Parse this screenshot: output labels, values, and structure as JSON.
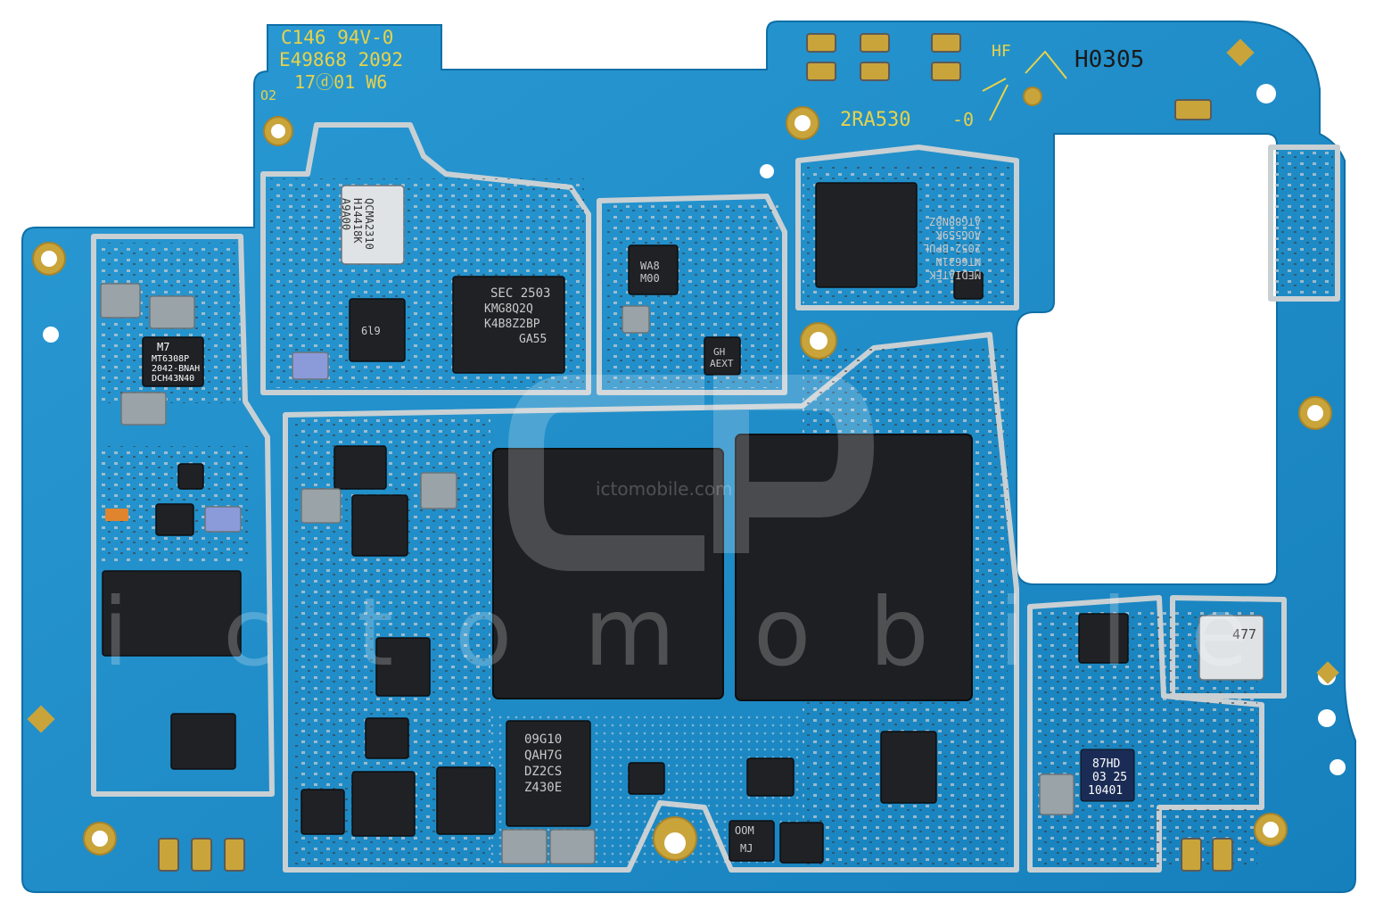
{
  "colors": {
    "pcb": "#1e8fc8",
    "pcb_dark": "#0f6fa6",
    "shield": "#b9c3c8",
    "chip": "#1d1f22",
    "pad": "#c9a43a",
    "silk": "#e8d24a",
    "background": "#ffffff"
  },
  "silkscreen": {
    "line1": "C146 94V-0",
    "line2": "E49868 2092",
    "line3": "17ⓓ01 W6",
    "corner": "O2",
    "board_id": "2RA530",
    "board_rev": "-0",
    "hf": "HF",
    "mirror_code": "H0305"
  },
  "chips": {
    "rf_module": [
      "QCMA2310",
      "H14418K",
      "A9A00"
    ],
    "pmic_small": [
      "MT6308P",
      "2042-BNAH",
      "DCH43N40"
    ],
    "pmic_small_top": "M7",
    "ram": [
      "SEC 2503",
      "KMG8Q2Q",
      "K4B8Z2BP",
      "GA55"
    ],
    "wifi_chip": [
      "WA8",
      "M00"
    ],
    "wifi_chip2": [
      "GH",
      "AEXT"
    ],
    "connectivity": [
      "MEDIATEK",
      "MT6631N",
      "2052-BPUL",
      "AOG5S9K",
      "ATG88N8Z"
    ],
    "bottom_chip": [
      "09G10",
      "QAH7G",
      "DZ2CS",
      "Z430E"
    ],
    "right_chip": [
      "87HD",
      "03 25",
      "10401"
    ],
    "right_module": "477",
    "chip_small_a": "6l9",
    "chip_small_b": "OOM",
    "chip_small_c": "MJ"
  },
  "watermark": {
    "site": "ictomobile.com",
    "letters": [
      "i",
      "c",
      "t",
      "o",
      "m",
      "o",
      "b",
      "i",
      "l",
      "e"
    ]
  }
}
